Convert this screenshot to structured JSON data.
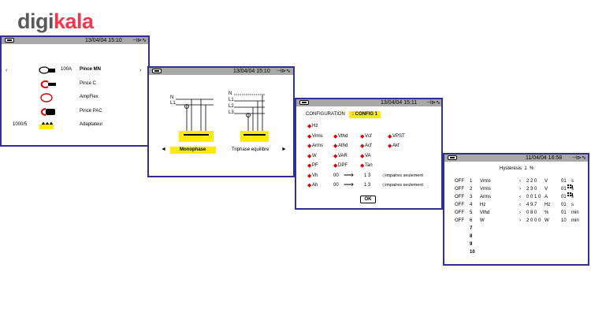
{
  "brand": {
    "part1": "digi",
    "part2": "kala"
  },
  "s1": {
    "datetime": "13/04/04 15:10",
    "plug": "⊣⊳∿",
    "left_arrow": "‹",
    "right_arrow": "›",
    "rows": [
      {
        "prefix": "",
        "value": "100A",
        "label": "Pince MN",
        "bold": true,
        "icon": "clamp-mn-icon"
      },
      {
        "prefix": "",
        "value": "",
        "label": "Pince C",
        "icon": "clamp-c-icon"
      },
      {
        "prefix": "",
        "value": "",
        "label": "AmpFlex",
        "icon": "ampflex-icon"
      },
      {
        "prefix": "",
        "value": "",
        "label": "Pince PAC",
        "icon": "clamp-pac-icon"
      },
      {
        "prefix": "1000/5",
        "value": "",
        "label": "Adaptateur",
        "icon": "adapter-icon"
      }
    ]
  },
  "s2": {
    "datetime": "13/04/04 15:10",
    "plug": "⊣⊳∿",
    "left_labels": [
      "N",
      "L1"
    ],
    "right_labels": [
      "N",
      "L1",
      "L2",
      "L3"
    ],
    "left_arrow": "◄",
    "right_arrow": "►",
    "option_left": "Monophase",
    "option_right": "Triphase equilibre"
  },
  "s3": {
    "datetime": "13/04/04 15:11",
    "plug": "⊣⊳∿",
    "config_label": "CONFIGURATION",
    "config_value": ": CONFIG 1",
    "items": [
      "Hz",
      "Vrms",
      "Vthd",
      "Vcf",
      "VPST",
      "Arms",
      "Athd",
      "Acf",
      "Akf",
      "W",
      "VAR",
      "VA",
      "PF",
      "DPF",
      "Tan"
    ],
    "vh": {
      "label": "Vh",
      "from": "00",
      "arrow": "⟶",
      "to": "1 3",
      "odd": "◇impaires seulement"
    },
    "ah": {
      "label": "Ah",
      "from": "00",
      "arrow": "⟶",
      "to": "1 3",
      "odd": "◇impaires seulement"
    },
    "ok": "OK"
  },
  "s4": {
    "datetime": "11/04/04 16:58",
    "plug": "⊣⊳∿",
    "title": "Hysteresis  1  %",
    "rows": [
      {
        "state": "OFF",
        "n": "1",
        "param": "Vrms",
        "cmp": "‹",
        "val": "2 2 0",
        "unit": "V",
        "dur": "01",
        "du": "s",
        "icon": true
      },
      {
        "state": "OFF",
        "n": "2",
        "param": "Vrms",
        "cmp": "›",
        "val": "2 3 0",
        "unit": "V",
        "dur": "01",
        "du": "s",
        "icon": true
      },
      {
        "state": "OFF",
        "n": "3",
        "param": "Arms",
        "cmp": "‹",
        "val": "0 0 1 0",
        "unit": "A",
        "dur": "01",
        "du": "s",
        "icon": false
      },
      {
        "state": "OFF",
        "n": "4",
        "param": "Hz",
        "cmp": "‹",
        "val": "4 9.7",
        "unit": "Hz",
        "dur": "01",
        "du": "s",
        "icon": false
      },
      {
        "state": "OFF",
        "n": "5",
        "param": "Vthd",
        "cmp": "›",
        "val": "0 8 0",
        "unit": "%",
        "dur": "01",
        "du": "min",
        "icon": false
      },
      {
        "state": "OFF",
        "n": "6",
        "param": "W",
        "cmp": "›",
        "val": "2 0 0 0",
        "unit": "W",
        "dur": "10",
        "du": "min",
        "icon": false
      },
      {
        "state": "",
        "n": "7",
        "param": "",
        "cmp": "",
        "val": "",
        "unit": "",
        "dur": "",
        "du": "",
        "icon": false
      },
      {
        "state": "",
        "n": "8",
        "param": "",
        "cmp": "",
        "val": "",
        "unit": "",
        "dur": "",
        "du": "",
        "icon": false
      },
      {
        "state": "",
        "n": "9",
        "param": "",
        "cmp": "",
        "val": "",
        "unit": "",
        "dur": "",
        "du": "",
        "icon": false
      },
      {
        "state": "",
        "n": "10",
        "param": "",
        "cmp": "",
        "val": "",
        "unit": "",
        "dur": "",
        "du": "",
        "icon": false
      }
    ]
  },
  "colors": {
    "frame": "#2e3192",
    "bar": "#a8a8a8",
    "highlight": "#ffeb00",
    "bullet": "#e00000",
    "brand_red": "#ee384e",
    "brand_grey": "#5a5a5a"
  }
}
